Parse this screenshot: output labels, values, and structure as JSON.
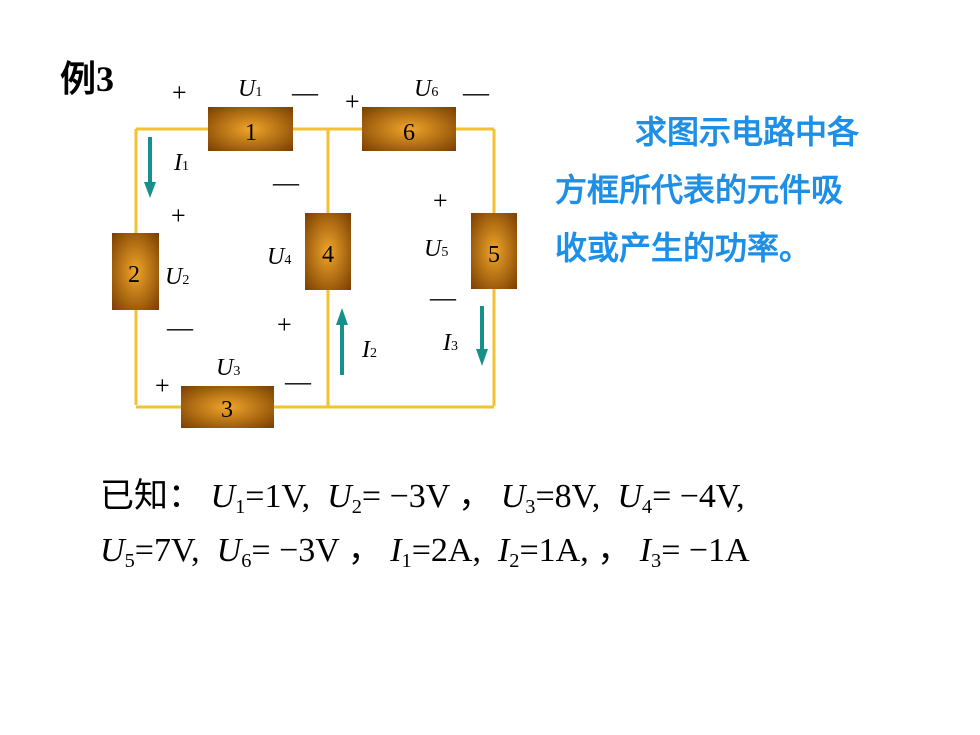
{
  "example_label": "例3",
  "problem": {
    "lines": [
      "求图示电路中各",
      "方框所代表的元件吸",
      "收或产生的功率。"
    ]
  },
  "circuit": {
    "elements": [
      {
        "id": "1",
        "voltage_label": "U",
        "voltage_sub": "1"
      },
      {
        "id": "2",
        "voltage_label": "U",
        "voltage_sub": "2"
      },
      {
        "id": "3",
        "voltage_label": "U",
        "voltage_sub": "3"
      },
      {
        "id": "4",
        "voltage_label": "U",
        "voltage_sub": "4"
      },
      {
        "id": "5",
        "voltage_label": "U",
        "voltage_sub": "5"
      },
      {
        "id": "6",
        "voltage_label": "U",
        "voltage_sub": "6"
      }
    ],
    "currents": [
      {
        "label": "I",
        "sub": "1"
      },
      {
        "label": "I",
        "sub": "2"
      },
      {
        "label": "I",
        "sub": "3"
      }
    ],
    "plus": "+",
    "minus": "—",
    "colors": {
      "wire": "#F2C233",
      "box_dark": "#7A3E00",
      "box_light": "#E89A1E",
      "arrow": "#17908C"
    }
  },
  "given": {
    "prefix": "已知：",
    "items": [
      {
        "sym": "U",
        "sub": "1",
        "val": "=1V,"
      },
      {
        "sym": "U",
        "sub": "2",
        "val": "= −3V"
      },
      {
        "sep": "，"
      },
      {
        "sym": "U",
        "sub": "3",
        "val": "=8V,"
      },
      {
        "sym": "U",
        "sub": "4",
        "val": "= −4V,"
      },
      {
        "sym": "U",
        "sub": "5",
        "val": "=7V,"
      },
      {
        "sym": "U",
        "sub": "6",
        "val": "= −3V"
      },
      {
        "sep": "，"
      },
      {
        "sym": "I",
        "sub": "1",
        "val": "=2A,"
      },
      {
        "sym": "I",
        "sub": "2",
        "val": "=1A,"
      },
      {
        "sep": "，"
      },
      {
        "sym": "I",
        "sub": "3",
        "val": "= −1A"
      }
    ]
  }
}
